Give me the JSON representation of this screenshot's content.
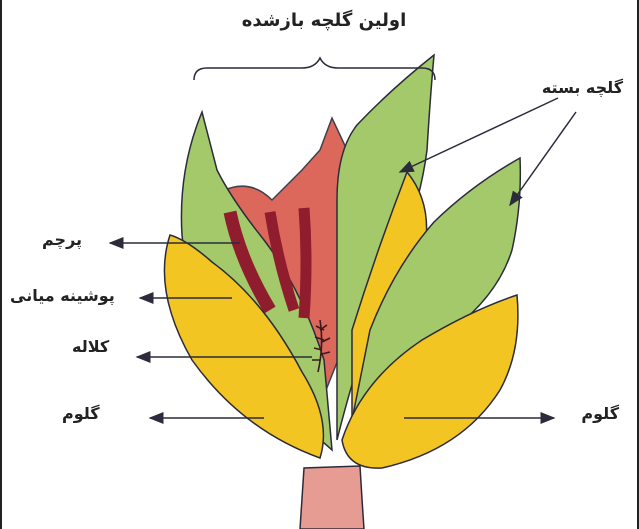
{
  "labels": {
    "first_open_floret": "اولین گلچه بازشده",
    "closed_floret": "گلچه بسته",
    "stamen": "پرچم",
    "lodicule": "پوشینه میانی",
    "stigma": "کلاله",
    "glume_left": "گلوم",
    "glume_right": "گلوم"
  },
  "colors": {
    "green": "#a3c96b",
    "yellow": "#f2c523",
    "red": "#d8584a",
    "stem": "#e79c93",
    "stamen": "#8f1d2e",
    "line": "#2b2b3b"
  }
}
